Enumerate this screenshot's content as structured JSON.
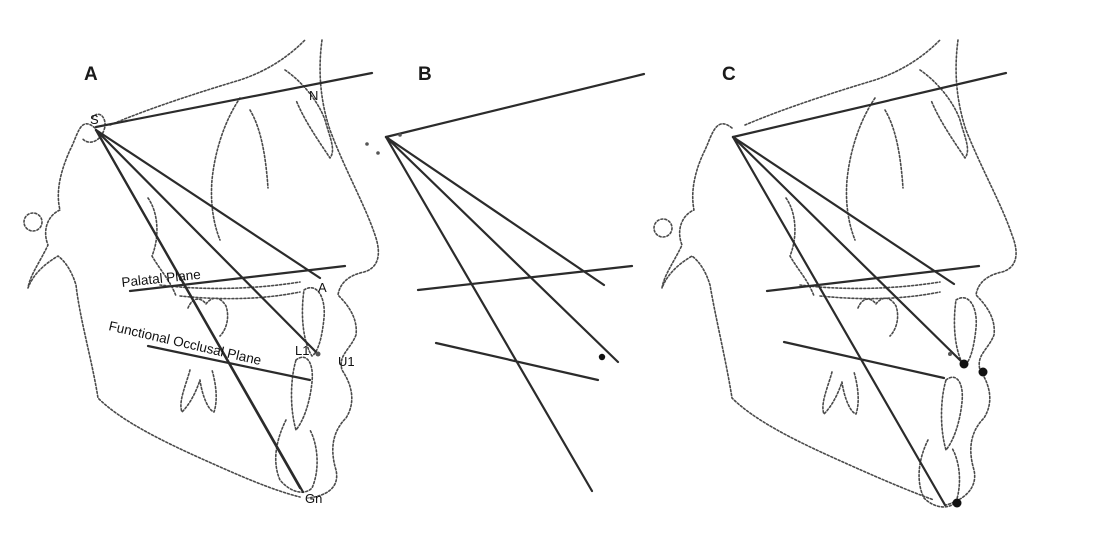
{
  "panels": {
    "a": {
      "letter": "A"
    },
    "b": {
      "letter": "B"
    },
    "c": {
      "letter": "C"
    }
  },
  "landmarks": {
    "s": "S",
    "n": "N",
    "a": "A",
    "l1": "L1",
    "u1": "U1",
    "gn": "Gn"
  },
  "planes": {
    "palatal": "Palatal Plane",
    "functional_occlusal": "Functional Occlusal Plane"
  },
  "colors": {
    "line": "#2b2b2b",
    "trace": "#4a4a4a",
    "background": "#ffffff"
  }
}
